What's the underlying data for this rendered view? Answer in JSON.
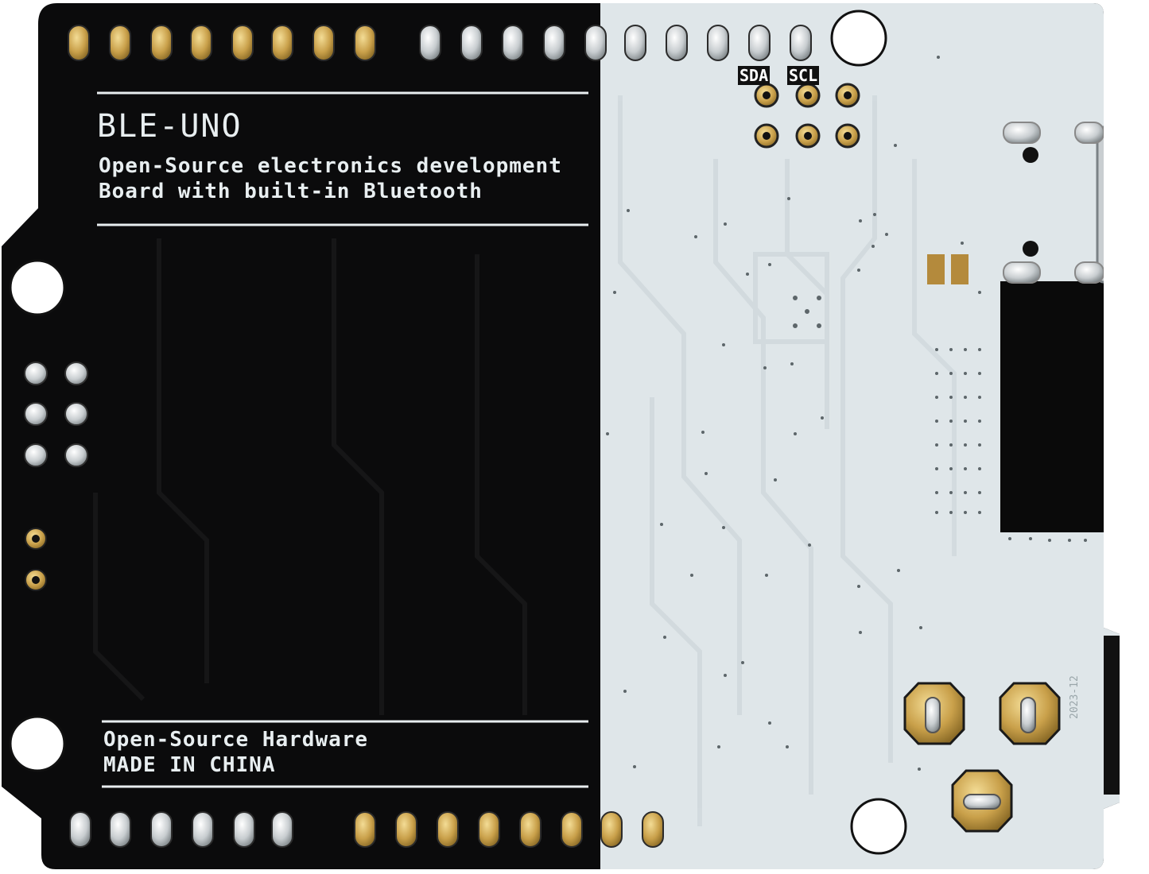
{
  "board": {
    "name": "BLE-UNO",
    "description_line1": "Open-Source electronics development",
    "description_line2": "Board with built-in Bluetooth",
    "footer_line1": "Open-Source Hardware",
    "footer_line2": "MADE IN CHINA",
    "label_sda": "SDA",
    "label_scl": "SCL",
    "date_code": "2023-12"
  },
  "colors": {
    "pcb_black": "#0b0b0c",
    "pcb_white": "#dfe6e9",
    "gold_pad": "#c8a24a",
    "silver_pad": "#d9dcde",
    "silkscreen": "#e8eef0"
  }
}
